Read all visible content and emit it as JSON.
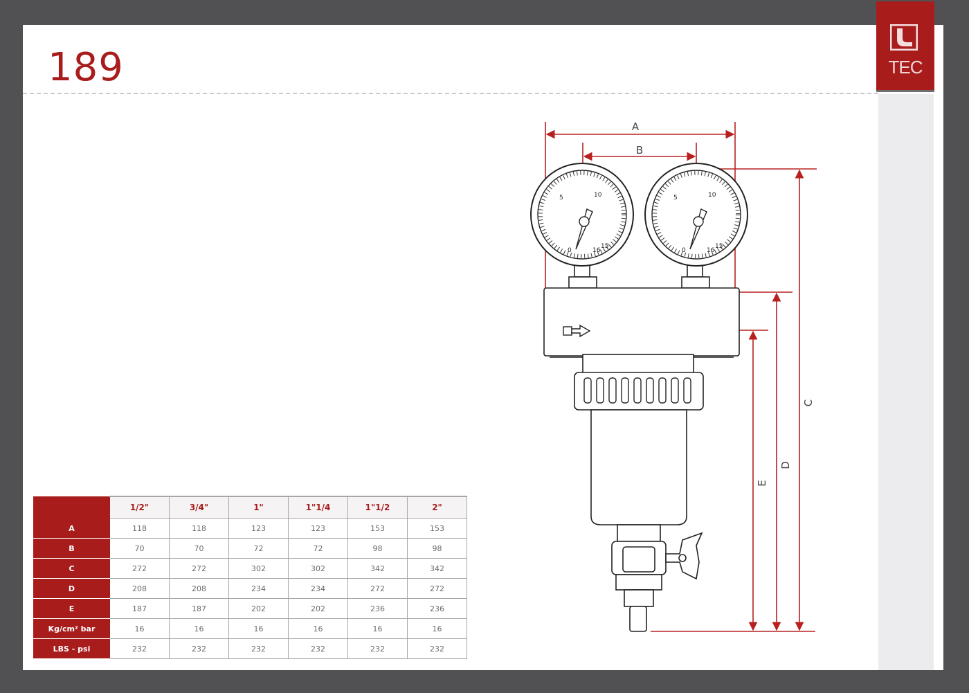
{
  "page": {
    "title": "189",
    "logo_text": "TEC"
  },
  "drawing": {
    "dimension_labels": [
      "A",
      "B",
      "C",
      "D",
      "E"
    ],
    "gauge_labels": [
      "5",
      "10",
      "15",
      "16",
      "0"
    ]
  },
  "table": {
    "columns": [
      "1/2\"",
      "3/4\"",
      "1\"",
      "1\"1/4",
      "1\"1/2",
      "2\""
    ],
    "rows": [
      {
        "label": "A",
        "values": [
          "118",
          "118",
          "123",
          "123",
          "153",
          "153"
        ]
      },
      {
        "label": "B",
        "values": [
          "70",
          "70",
          "72",
          "72",
          "98",
          "98"
        ]
      },
      {
        "label": "C",
        "values": [
          "272",
          "272",
          "302",
          "302",
          "342",
          "342"
        ]
      },
      {
        "label": "D",
        "values": [
          "208",
          "208",
          "234",
          "234",
          "272",
          "272"
        ]
      },
      {
        "label": "E",
        "values": [
          "187",
          "187",
          "202",
          "202",
          "236",
          "236"
        ]
      },
      {
        "label": "Kg/cm² bar",
        "values": [
          "16",
          "16",
          "16",
          "16",
          "16",
          "16"
        ]
      },
      {
        "label": "LBS - psi",
        "values": [
          "232",
          "232",
          "232",
          "232",
          "232",
          "232"
        ]
      }
    ]
  },
  "colors": {
    "frame": "#515154",
    "accent": "#a81c1c",
    "strip": "#ececef"
  }
}
